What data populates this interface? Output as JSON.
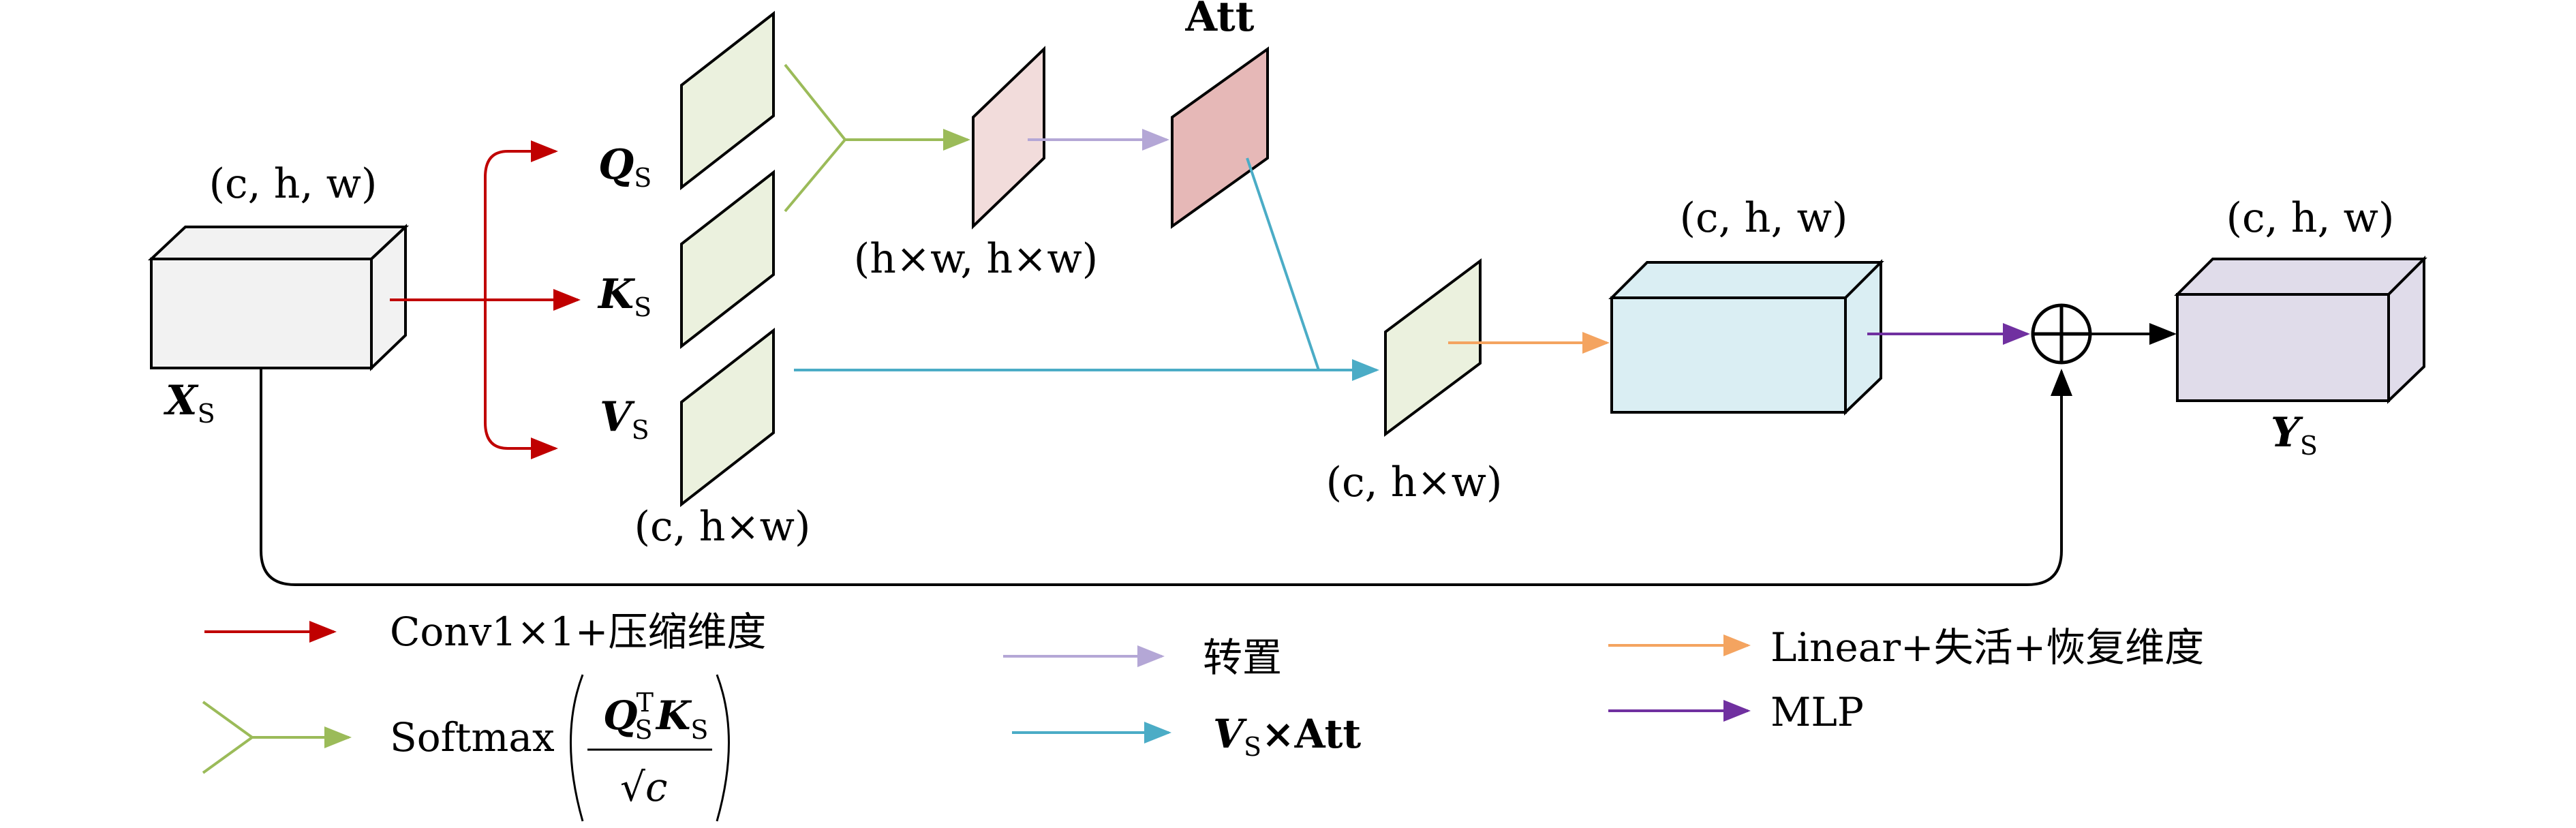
{
  "colors": {
    "red": "#c00000",
    "green": "#9bbb59",
    "lavender": "#b4a7d6",
    "teal": "#4bacc6",
    "orange": "#f4a460",
    "purple": "#7030a0",
    "box_xs": "#f2f2f2",
    "box_qkv": "#ebf1de",
    "box_att_small": "#f2dcdb",
    "box_att": "#e6b8b7",
    "box_blue": "#daeef3",
    "box_ys": "#e0dcea"
  },
  "labels": {
    "xs_dim": "(c, h, w)",
    "xs_letter": "X",
    "xs_sub": "S",
    "q_letter": "Q",
    "q_sub": "S",
    "k_letter": "K",
    "k_sub": "S",
    "v_letter": "V",
    "v_sub": "S",
    "qkv_dim": "(c, h×w)",
    "att_small_dim": "(h×w, h×w)",
    "att_title": "Att",
    "vatt_dim": "(c, h×w)",
    "linear_dim": "(c, h, w)",
    "ys_dim": "(c, h, w)",
    "ys_letter": "Y",
    "ys_sub": "S",
    "oplus_icon": "circled-plus"
  },
  "legend": {
    "conv": "Conv1×1+压缩维度",
    "softmax_word": "Softmax",
    "softmax_num_q": "Q",
    "softmax_num_q_sub": "S",
    "softmax_num_q_sup": "T",
    "softmax_num_k": "K",
    "softmax_num_k_sub": "S",
    "softmax_den": "√c",
    "transpose": "转置",
    "vs_letter": "V",
    "vs_sub": "S",
    "vs_rest": "×Att",
    "linear": "Linear+失活+恢复维度",
    "mlp": "MLP"
  }
}
